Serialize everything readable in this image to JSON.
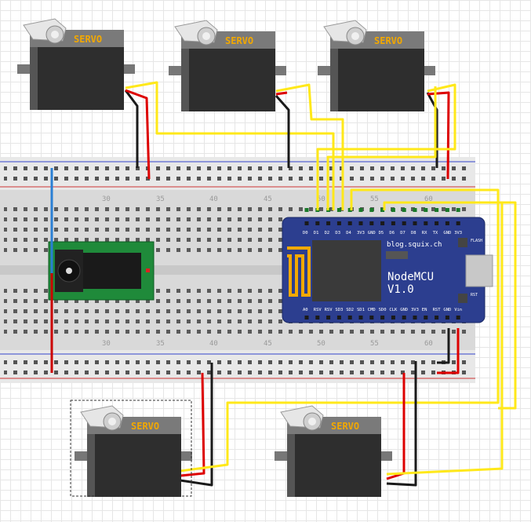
{
  "servo_label": "SERVO",
  "board": {
    "site": "blog.squix.ch",
    "name": "NodeMCU",
    "version": "V1.0",
    "top_pins": [
      "D0",
      "D1",
      "D2",
      "D3",
      "D4",
      "3V3",
      "GND",
      "D5",
      "D6",
      "D7",
      "D8",
      "RX",
      "TX",
      "GND",
      "3V3"
    ],
    "bottom_pins": [
      "A0",
      "RSV",
      "RSV",
      "SD3",
      "SD2",
      "SD1",
      "CMD",
      "SD0",
      "CLK",
      "GND",
      "3V3",
      "EN",
      "RST",
      "GND",
      "Vin"
    ],
    "flash_label": "FLASH",
    "rst_label": "RST"
  },
  "breadboard": {
    "column_numbers": [
      "30",
      "35",
      "40",
      "45",
      "50",
      "55",
      "60"
    ]
  },
  "colors": {
    "wire_signal": "#ffe81a",
    "wire_power": "#dd0000",
    "wire_ground": "#1a1a1a",
    "wire_blue": "#2a7fd4",
    "board_blue": "#2c3e8f",
    "servo_label": "#f2a800"
  }
}
